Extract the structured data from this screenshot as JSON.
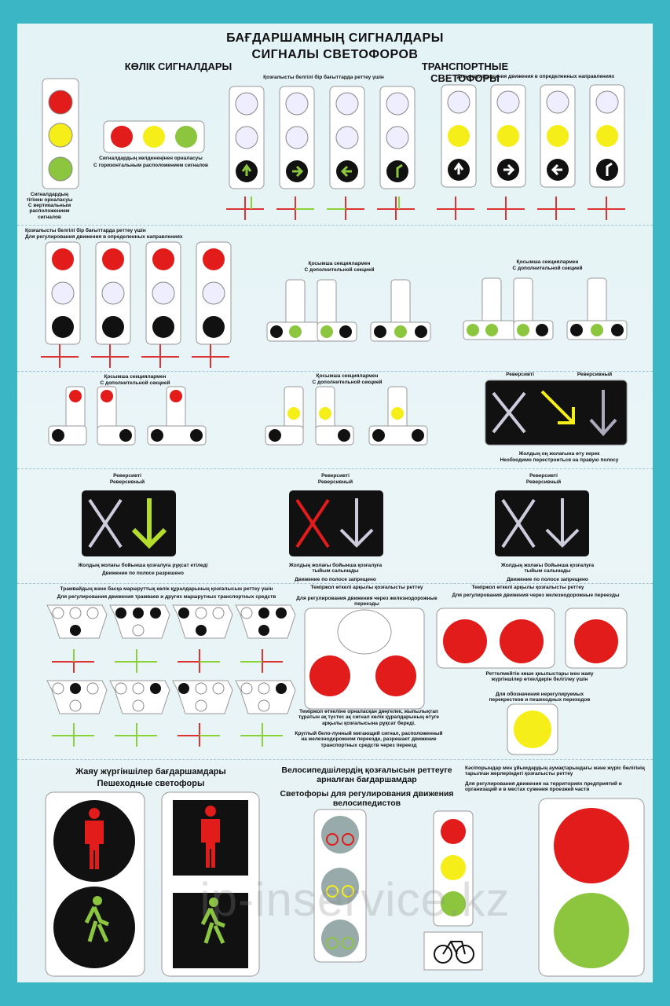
{
  "title": {
    "kz": "БАҒДАРШАМНЫҢ СИГНАЛДАРЫ",
    "ru": "СИГНАЛЫ СВЕТОФОРОВ"
  },
  "section1": {
    "kz_left": "КӨЛІК СИГНАЛДАРЫ",
    "ru_right": "ТРАНСПОРТНЫЕ СВЕТОФОРЫ",
    "dir_kz": "Қозғалысты белгілі бір бағыттарда реттеу үшін",
    "dir_ru": "Для регулирования движения в определенных направлениях",
    "vertical_kz": "Сигналдардың тігінен орналасуы",
    "vertical_ru": "С вертикальным расположением сигналов",
    "horizontal_kz": "Сигналдардың көлденеңінен орналасуы",
    "horizontal_ru": "С горизонтальным расположением сигналов"
  },
  "section2": {
    "dir_kz": "Қозғалысты белгілі бір бағыттарда реттеу үшін",
    "dir_ru": "Для регулирования движения в определенных направлениях",
    "extra_kz": "Қосымша секциялармен",
    "extra_ru": "С дополнительной секцией"
  },
  "section3": {
    "extra_kz": "Қосымша секциялармен",
    "extra_ru": "С дополнительной секцией",
    "rev_kz": "Реверсивті",
    "rev_ru": "Реверсивный",
    "rev_caption_kz": "Жолдың оң жолағына өту керек",
    "rev_caption_ru": "Необходимо перестроиться на правую полосу"
  },
  "section4": {
    "rev_kz": "Реверсивті",
    "rev_ru": "Реверсивный",
    "allowed_kz": "Жолдың жолағы бойынша қозғалуға рұқсат етіледі",
    "allowed_ru": "Движение по полосе разрешено",
    "forbidden_kz": "Жолдың жолағы бойынша қозғалуға тыйым салынады",
    "forbidden_ru": "Движение по полосе запрещено"
  },
  "section5": {
    "tram_kz": "Трамвайдың және басқа маршруттық көлік құралдарының қозғалысын реттеу үшін",
    "tram_ru": "Для регулирования движения трамваев и других маршрутных транспортных средств",
    "rail_kz": "Теміржол өткелі арқылы қозғалысты реттеу",
    "rail_ru": "Для регулирования движения через железнодорожные переезды",
    "rail_desc_kz": "Теміржол өткеліне орналасқан дөңгелек, жыпылықтап тұратын ақ түстес ақ сигнал көлік құралдарының өтуге арқылы қозғалысына рұқсат береді.",
    "rail_desc_ru": "Круглый бело-лунный мигающий сигнал, расположенный на железнодорожном переезде, разрешает движение транспортных средств через переезд",
    "unreg_kz": "Реттелмейтін көше қиылыстары мен жаяу жүргіншілер өткелдерін белгілеу үшін",
    "unreg_ru": "Для обозначения нерегулируемых перекрестков и пешеходных переходов"
  },
  "section6": {
    "ped_kz": "Жаяу жүргіншілер бағдаршамдары",
    "ped_ru": "Пешеходные светофоры",
    "bike_kz": "Велосипедшілердің қозғалысын реттеуге арналған бағдаршамдар",
    "bike_ru": "Светофоры для регулирования движения велосипедистов",
    "ent_kz": "Кәсіпорындар мен ұйымдардың аумақтарындағы және жүріс бөлігінің тарылған жерлеріндегі қозғалысты реттеу",
    "ent_ru": "Для регулирования движения на территориях предприятий и организаций и в местах сужения проезжей части"
  },
  "watermark": "ip-inservice.kz",
  "colors": {
    "frame": "#3ab6c4",
    "red": "#e21b1b",
    "yellow": "#f5ee18",
    "green": "#8cc63f",
    "arrow_red": "#d33333",
    "arrow_green": "#8bd13a"
  }
}
